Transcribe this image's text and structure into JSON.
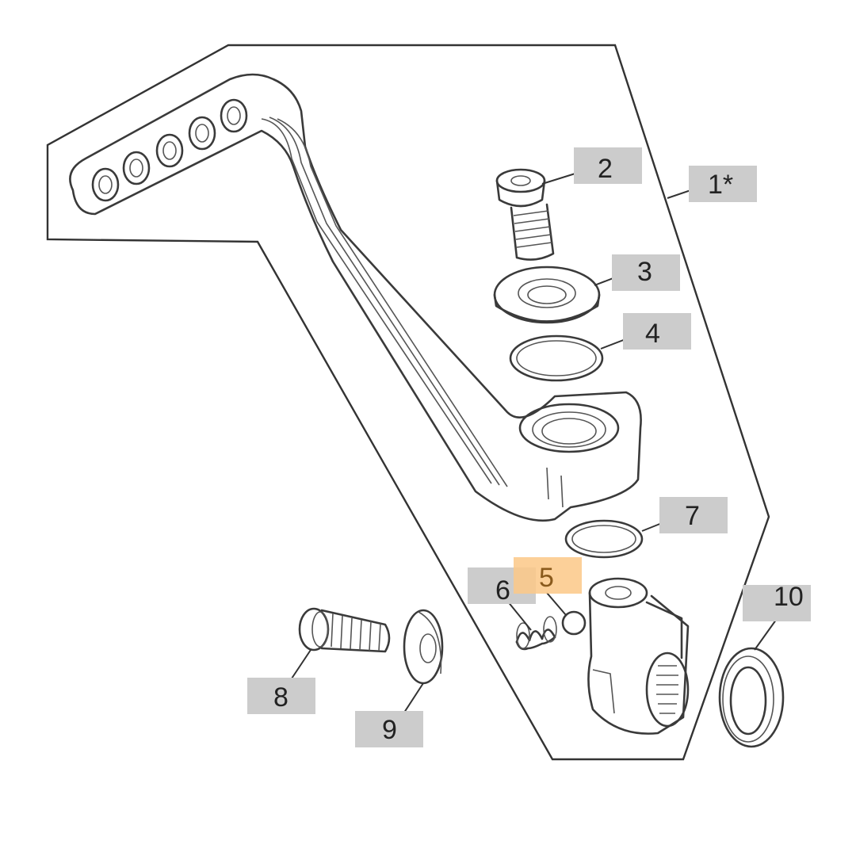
{
  "callouts": [
    {
      "id": "1",
      "text": "1*",
      "highlighted": false
    },
    {
      "id": "2",
      "text": "2",
      "highlighted": false
    },
    {
      "id": "3",
      "text": "3",
      "highlighted": false
    },
    {
      "id": "4",
      "text": "4",
      "highlighted": false
    },
    {
      "id": "5",
      "text": "5",
      "highlighted": true
    },
    {
      "id": "6",
      "text": "6",
      "highlighted": false
    },
    {
      "id": "7",
      "text": "7",
      "highlighted": false
    },
    {
      "id": "8",
      "text": "8",
      "highlighted": false
    },
    {
      "id": "9",
      "text": "9",
      "highlighted": false
    },
    {
      "id": "10",
      "text": "10",
      "highlighted": false
    }
  ],
  "colors": {
    "label_box": "#cccccc",
    "highlight_box": "#fbc887",
    "line": "#333333"
  }
}
